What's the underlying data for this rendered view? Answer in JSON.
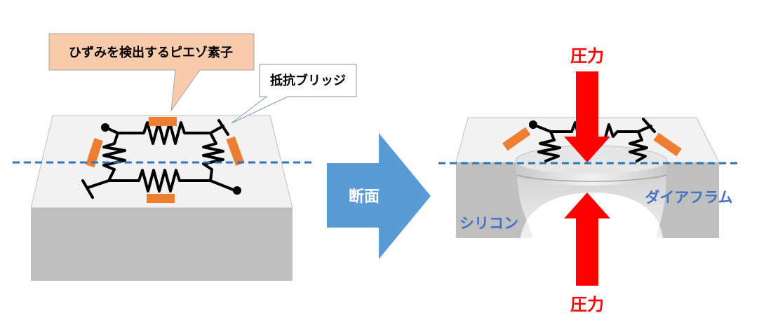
{
  "left_figure": {
    "callout_piezo": "ひずみを検出するピエゾ素子",
    "callout_bridge": "抵抗ブリッジ"
  },
  "arrow": {
    "label": "断面"
  },
  "right_figure": {
    "pressure_top": "圧力",
    "pressure_bottom": "圧力",
    "silicon_label": "シリコン",
    "diaphragm_label": "ダイアフラム"
  },
  "colors": {
    "callout_fill": "#f8cbad",
    "piezo": "#ed7d31",
    "arrow_blue": "#5b9bd5",
    "pressure_red": "#ff0000",
    "label_blue": "#4472c4",
    "dashed_line": "#2e75b6"
  }
}
